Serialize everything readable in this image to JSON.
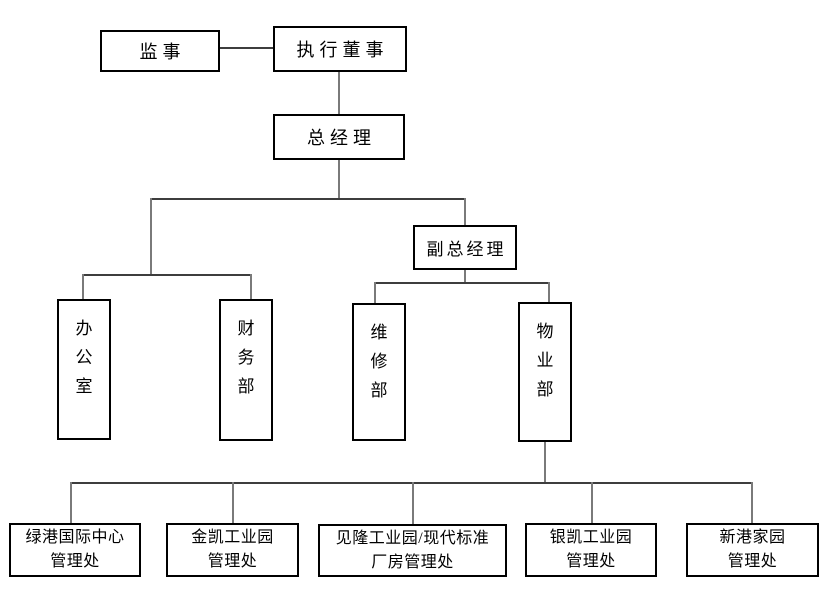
{
  "diagram": {
    "type": "org-chart",
    "colors": {
      "background": "#ffffff",
      "box_border": "#000000",
      "connector_horizontal": "#3d3d3d",
      "connector_vertical": "#7a7a7a"
    },
    "nodes": {
      "supervisor": {
        "label": "监事"
      },
      "executive_director": {
        "label": "执行董事"
      },
      "general_manager": {
        "label": "总经理"
      },
      "deputy_general_manager": {
        "label": "副总经理"
      },
      "office": {
        "label": "办公室"
      },
      "finance_dept": {
        "label": "财务部"
      },
      "maintenance_dept": {
        "label": "维修部"
      },
      "property_dept": {
        "label": "物业部"
      },
      "lvgang_office": {
        "lines": [
          "绿港国际中心",
          "管理处"
        ]
      },
      "jinkai_office": {
        "lines": [
          "金凯工业园",
          "管理处"
        ]
      },
      "jianlong_office": {
        "lines": [
          "见隆工业园/现代标准",
          "厂房管理处"
        ]
      },
      "yinkai_office": {
        "lines": [
          "银凯工业园",
          "管理处"
        ]
      },
      "xingang_office": {
        "lines": [
          "新港家园",
          "管理处"
        ]
      }
    },
    "edges": [
      [
        "监事",
        "执行董事"
      ],
      [
        "执行董事",
        "总经理"
      ],
      [
        "总经理",
        "办公室"
      ],
      [
        "总经理",
        "财务部"
      ],
      [
        "总经理",
        "副总经理"
      ],
      [
        "副总经理",
        "维修部"
      ],
      [
        "副总经理",
        "物业部"
      ],
      [
        "物业部",
        "绿港国际中心管理处"
      ],
      [
        "物业部",
        "金凯工业园管理处"
      ],
      [
        "物业部",
        "见隆工业园/现代标准厂房管理处"
      ],
      [
        "物业部",
        "银凯工业园管理处"
      ],
      [
        "物业部",
        "新港家园管理处"
      ]
    ]
  }
}
